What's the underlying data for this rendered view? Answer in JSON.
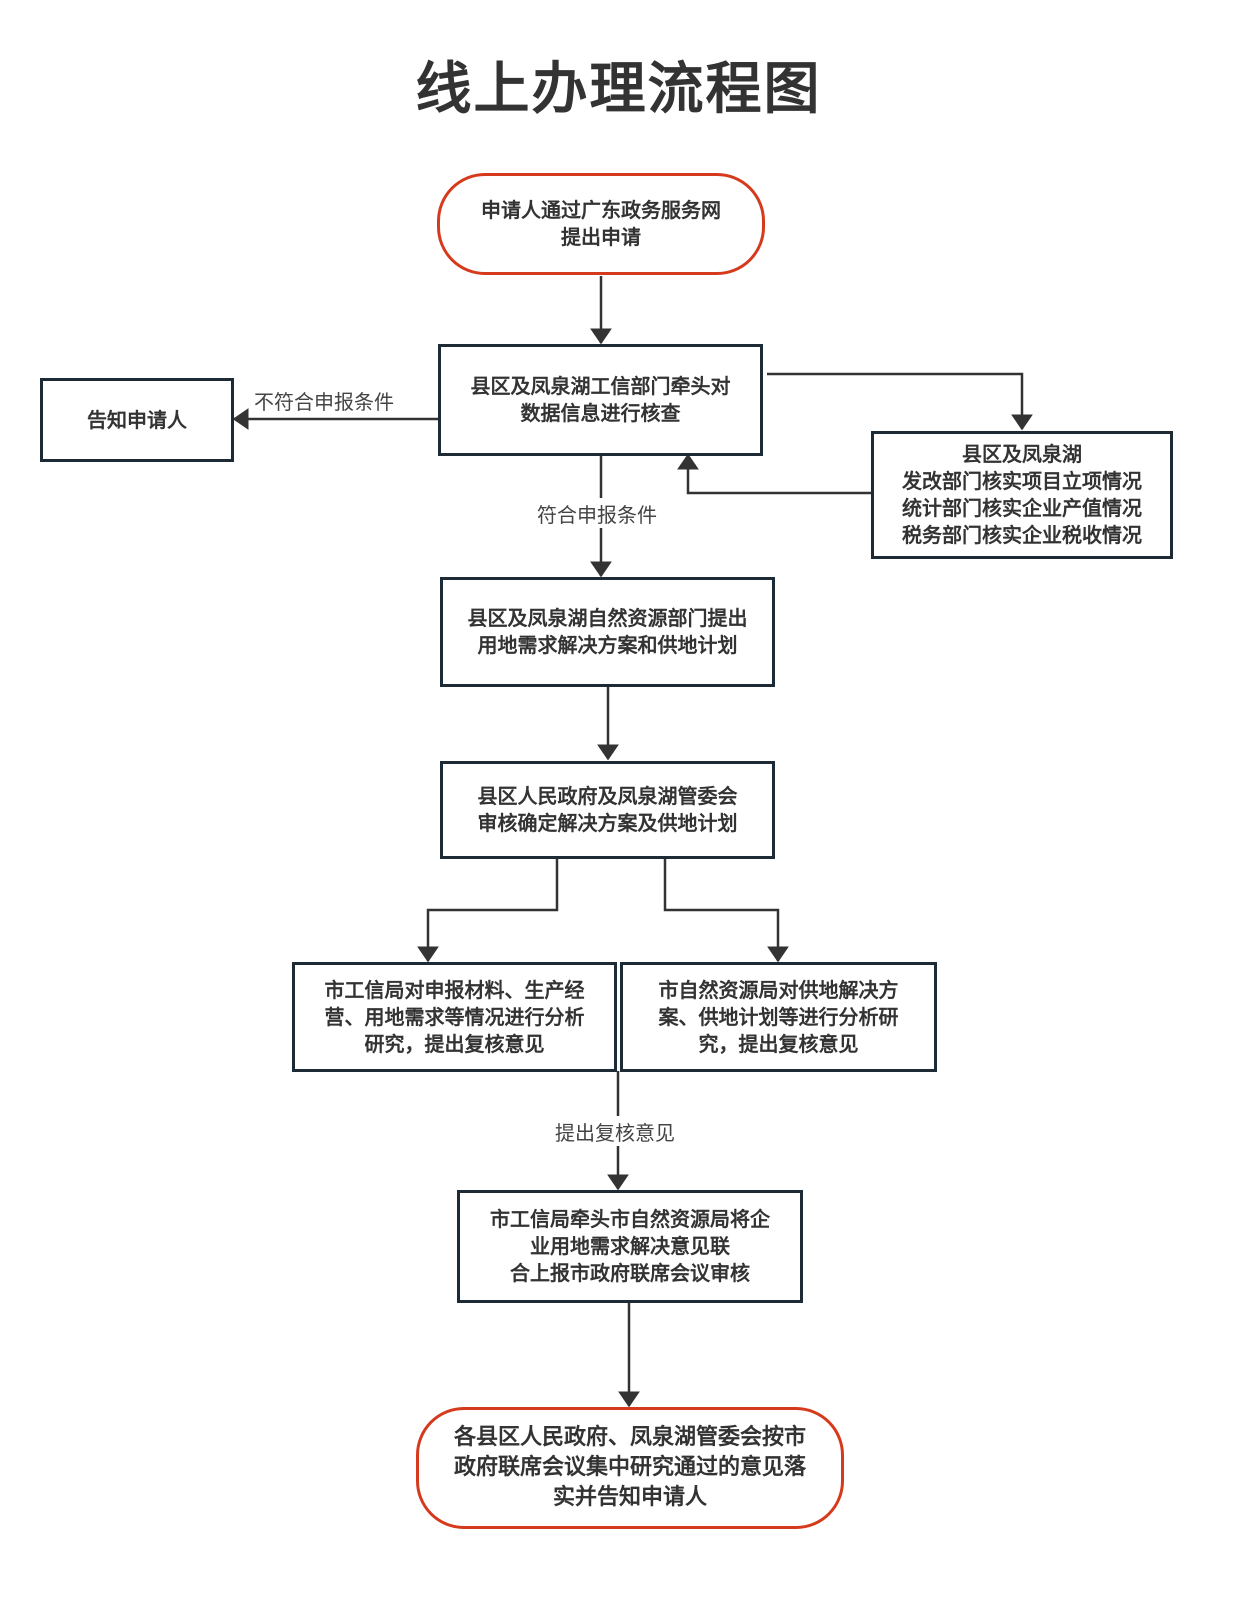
{
  "title": "线上办理流程图",
  "colors": {
    "terminal_border": "#d63a1c",
    "process_border": "#1c2b36",
    "arrow": "#333333",
    "text": "#333333"
  },
  "nodes": {
    "start": "申请人通过广东政务服务网\n提出申请",
    "verify": "县区及凤泉湖工信部门牵头对\n数据信息进行核查",
    "notify": "告知申请人",
    "check_depts": "县区及凤泉湖\n发改部门核实项目立项情况\n统计部门核实企业产值情况\n税务部门核实企业税收情况",
    "land_plan": "县区及凤泉湖自然资源部门提出\n用地需求解决方案和供地计划",
    "gov_review": "县区人民政府及凤泉湖管委会\n审核确定解决方案及供地计划",
    "city_industry": "市工信局对申报材料、生产经\n营、用地需求等情况进行分析\n研究，提出复核意见",
    "city_resources": "市自然资源局对供地解决方\n案、供地计划等进行分析研\n究，提出复核意见",
    "joint_report": "市工信局牵头市自然资源局将企\n业用地需求解决意见联\n合上报市政府联席会议审核",
    "end": "各县区人民政府、凤泉湖管委会按市\n政府联席会议集中研究通过的意见落\n实并告知申请人"
  },
  "edge_labels": {
    "not_eligible": "不符合申报条件",
    "eligible": "符合申报条件",
    "review_opinion": "提出复核意见"
  }
}
